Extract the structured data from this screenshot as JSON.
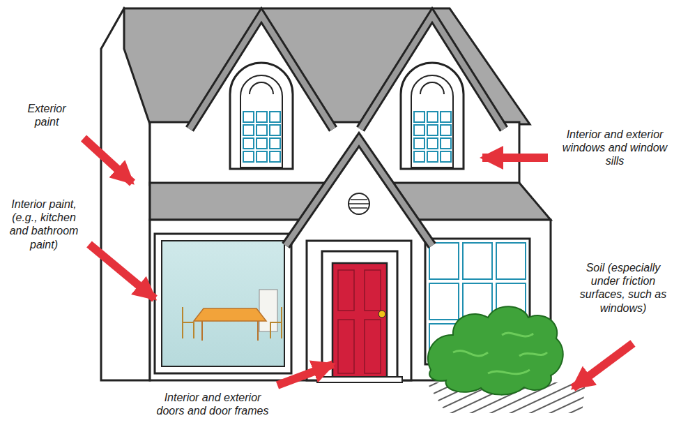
{
  "diagram": {
    "labels": [
      "Exterior paint",
      "Interior paint, (e.g., kitchen and bathroom paint)",
      "Interior and exterior windows and window sills",
      "Soil (especially under friction surfaces, such as windows)",
      "Interior and exterior doors and door frames"
    ]
  }
}
